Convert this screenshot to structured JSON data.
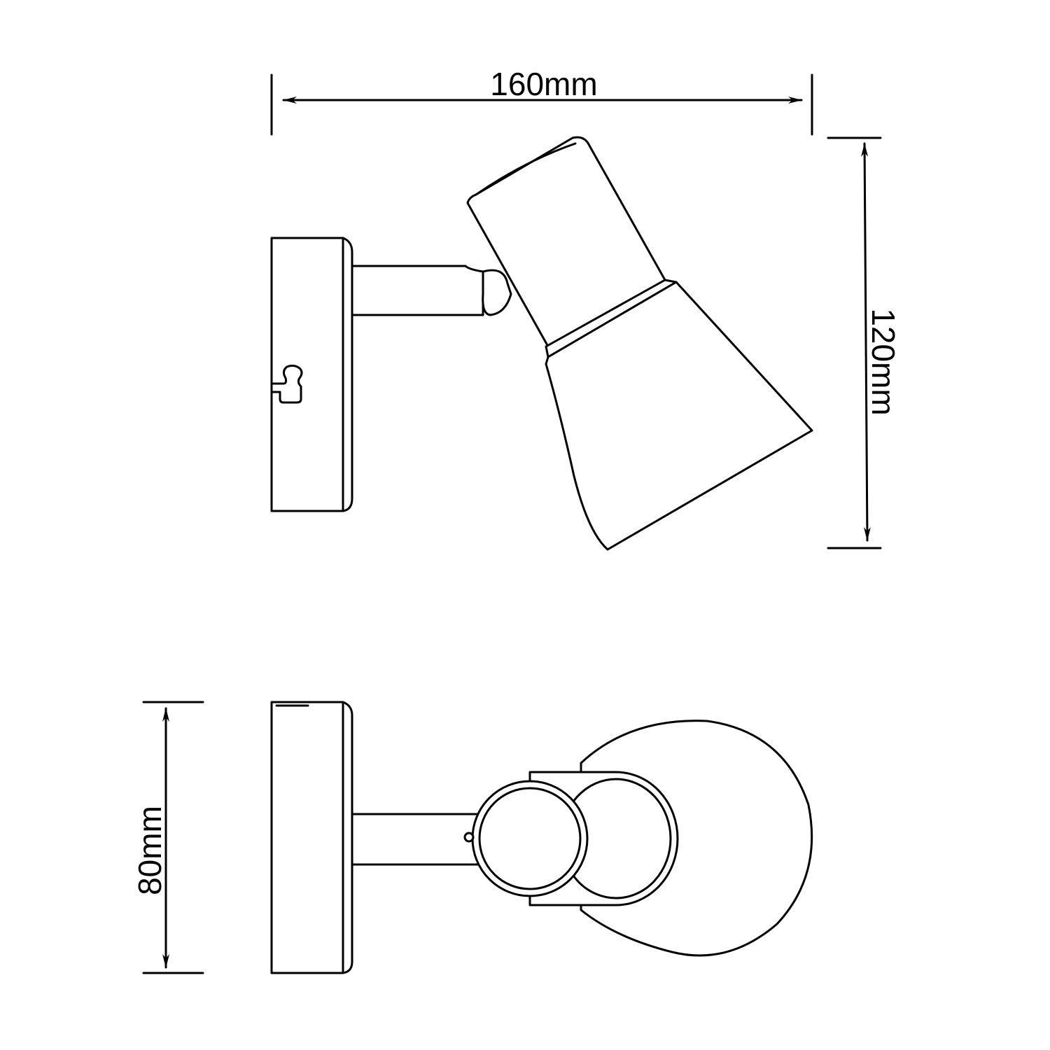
{
  "dimensions": {
    "width": "160mm",
    "height": "120mm",
    "depth": "80mm"
  },
  "colors": {
    "line": "#000000",
    "background": "#ffffff"
  },
  "views": [
    "side-view",
    "top-view"
  ]
}
